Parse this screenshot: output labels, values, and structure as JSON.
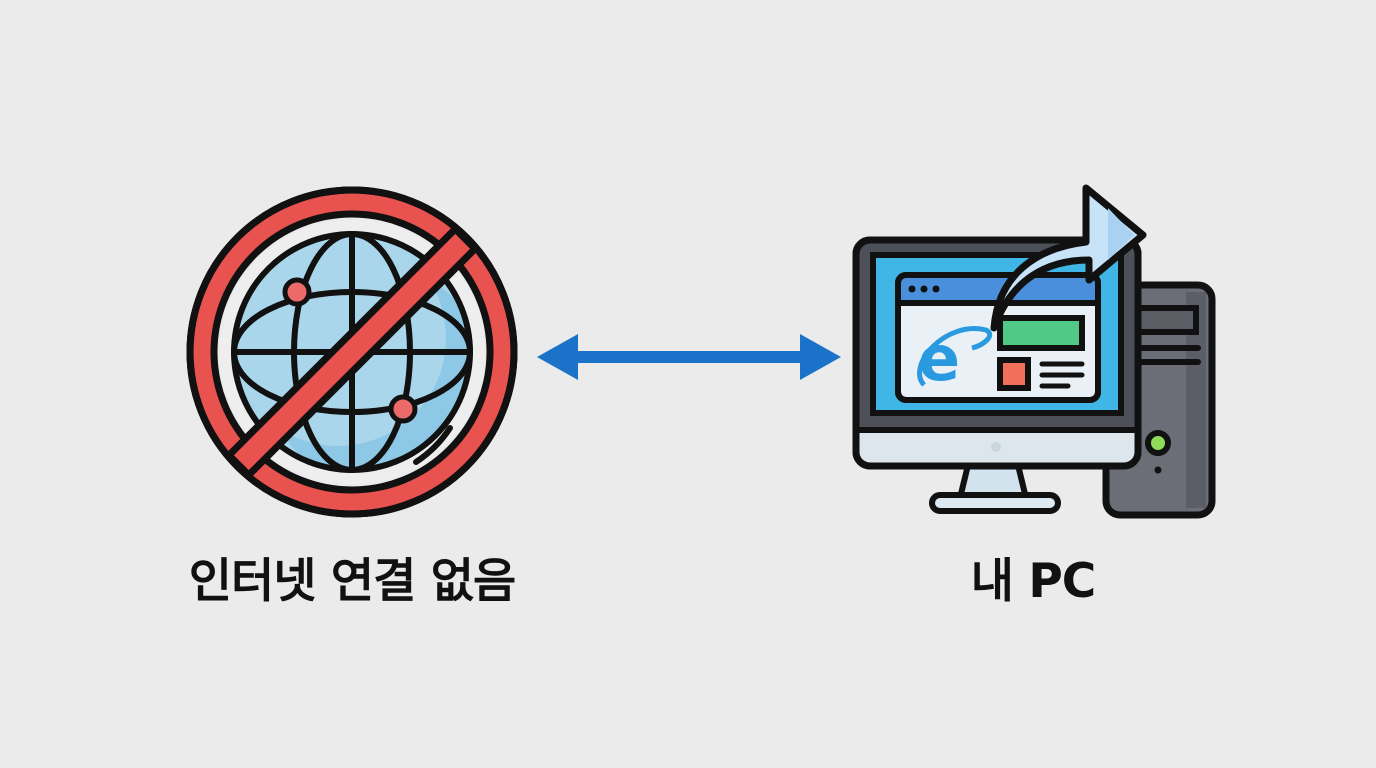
{
  "diagram": {
    "left_node": {
      "label": "인터넷 연결 없음",
      "icon": "no-internet-globe-icon",
      "colors": {
        "prohibition_red": "#e8524f",
        "globe_fill": "#a6d4e8",
        "globe_shade": "#6fb8e0",
        "node_dot": "#ec6a6a",
        "outline": "#111111"
      }
    },
    "connector": {
      "type": "bidirectional-arrow",
      "color": "#1a73c9"
    },
    "right_node": {
      "label": "내 PC",
      "icon": "desktop-pc-with-browser-icon",
      "colors": {
        "screen": "#3fb6e6",
        "browser_titlebar": "#4a8fdb",
        "browser_body": "#e9f1f7",
        "ie_logo": "#2a9ae0",
        "green_block": "#4fc985",
        "red_block": "#f1705a",
        "bezel": "#4d5058",
        "chin": "#dde6ec",
        "tower": "#6b6e76",
        "power_led": "#8fdc5a",
        "share_arrow": "#c7e3f7",
        "outline": "#111111"
      }
    }
  }
}
